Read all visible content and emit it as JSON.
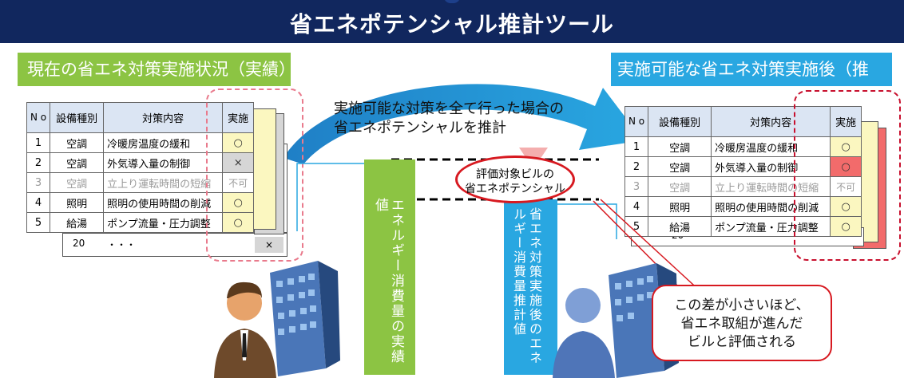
{
  "title": "省エネポテンシャル推計ツール",
  "left_header": "現在の省エネ対策実施状況（実績）",
  "right_header": "実施可能な省エネ対策実施後（推計）",
  "arrow_caption_line1": "実施可能な対策を全て行った場合の",
  "arrow_caption_line2": "省エネポテンシャルを推計",
  "table_headers": {
    "no": "N o",
    "category": "設備種別",
    "measure": "対策内容",
    "implemented": "実施"
  },
  "left_rows": [
    {
      "no": "1",
      "category": "空調",
      "measure": "冷暖房温度の緩和",
      "status": "○"
    },
    {
      "no": "2",
      "category": "空調",
      "measure": "外気導入量の制御",
      "status": "×"
    },
    {
      "no": "3",
      "category": "空調",
      "measure": "立上り運転時間の短縮",
      "status": "不可"
    },
    {
      "no": "4",
      "category": "照明",
      "measure": "照明の使用時間の削減",
      "status": "○"
    },
    {
      "no": "5",
      "category": "給湯",
      "measure": "ポンプ流量・圧力調整",
      "status": "○"
    }
  ],
  "left_extra_row": {
    "no": "20",
    "measure": "・・・",
    "status": "×"
  },
  "right_rows": [
    {
      "no": "1",
      "category": "空調",
      "measure": "冷暖房温度の緩和",
      "status": "○"
    },
    {
      "no": "2",
      "category": "空調",
      "measure": "外気導入量の制御",
      "status": "○"
    },
    {
      "no": "3",
      "category": "空調",
      "measure": "立上り運転時間の短縮",
      "status": "不可"
    },
    {
      "no": "4",
      "category": "照明",
      "measure": "照明の使用時間の削減",
      "status": "○"
    },
    {
      "no": "5",
      "category": "給湯",
      "measure": "ポンプ流量・圧力調整",
      "status": "○"
    }
  ],
  "right_extra_row_no": "20",
  "green_bar_label": "エネルギー消費量の実績値",
  "blue_bar_label": "省エネ対策実施後のエネルギー消費量推計値",
  "oval_line1": "評価対象ビルの",
  "oval_line2": "省エネポテンシャル",
  "bubble_line1": "この差が小さいほど、",
  "bubble_line2": "省エネ取組が進んだ",
  "bubble_line3": "ビルと評価される",
  "colors": {
    "navy": "#11275e",
    "green": "#8cc443",
    "blue": "#29a7e1",
    "red": "#d71920"
  }
}
